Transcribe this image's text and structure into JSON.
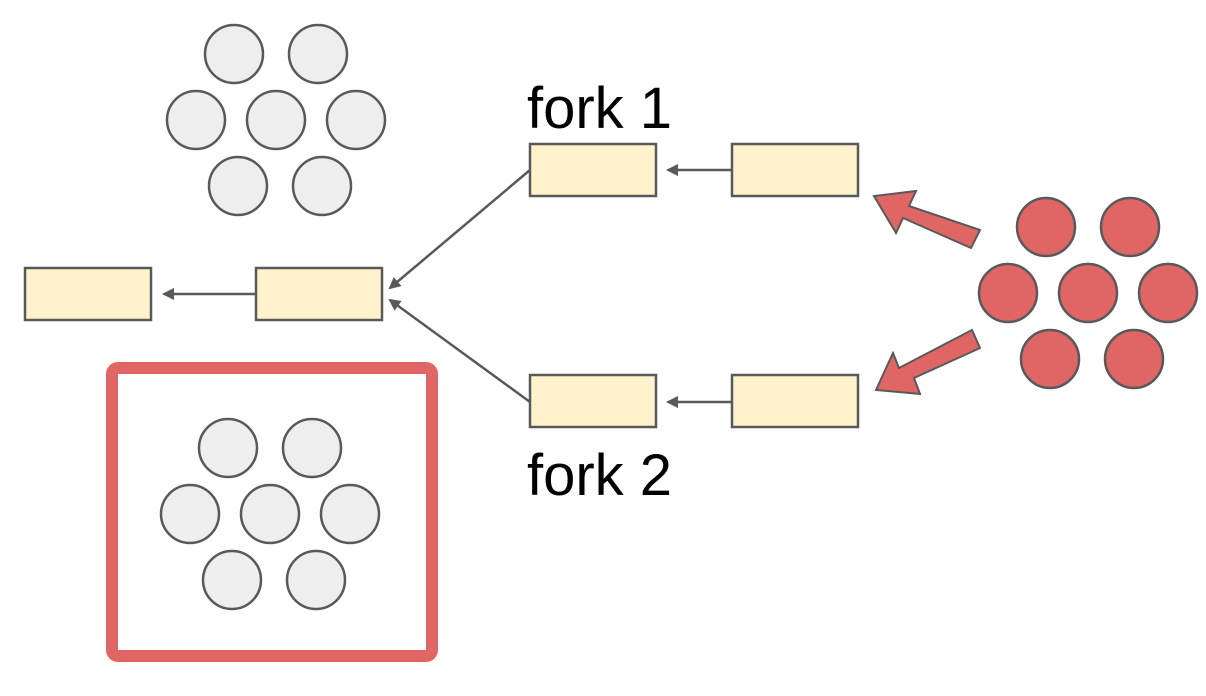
{
  "labels": {
    "fork1": "fork 1",
    "fork2": "fork 2"
  },
  "colors": {
    "block_fill": "#fff2cc",
    "neutral_node_fill": "#eeeeee",
    "attacker_fill": "#e06666",
    "highlight_border": "#e06666",
    "line": "#595959"
  },
  "groups": {
    "validators_top": {
      "kind": "neutral",
      "node_count": 7
    },
    "validators_boxed": {
      "kind": "neutral",
      "node_count": 7,
      "highlighted": true
    },
    "attackers": {
      "kind": "attacker",
      "node_count": 7
    }
  },
  "chain": {
    "shared_blocks": 2,
    "fork1_blocks": 2,
    "fork2_blocks": 2
  }
}
